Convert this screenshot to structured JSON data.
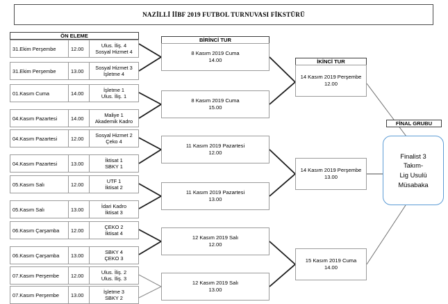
{
  "title": "NAZİLLİ İİBF 2019 FUTBOL TURNUVASI FİKSTÜRÜ",
  "columns": {
    "preliminary": "ÖN ELEME",
    "first_round": "BİRİNCİ TUR",
    "second_round": "İKİNCİ TUR",
    "final_group": "FİNAL GRUBU"
  },
  "preliminary_matches": [
    {
      "date": "31.Ekim Perşembe",
      "time": "12.00",
      "team1": "Ulus. İliş. 4",
      "team2": "Sosyal Hizmet 4"
    },
    {
      "date": "31.Ekim Perşembe",
      "time": "13.00",
      "team1": "Sosyal Hizmet 3",
      "team2": "İşletme 4"
    },
    {
      "date": "01.Kasım Cuma",
      "time": "14.00",
      "team1": "İşletme 1",
      "team2": "Ulus. İliş. 1"
    },
    {
      "date": "04.Kasım Pazartesi",
      "time": "14.00",
      "team1": "Maliye 1",
      "team2": "Akademik Kadro"
    },
    {
      "date": "04.Kasım Pazartesi",
      "time": "12.00",
      "team1": "Sosyal Hizmet 2",
      "team2": "Çeko 4"
    },
    {
      "date": "04.Kasım Pazartesi",
      "time": "13.00",
      "team1": "İktisat 1",
      "team2": "SBKY 1"
    },
    {
      "date": "05.Kasım Salı",
      "time": "12.00",
      "team1": "UTF 1",
      "team2": "İktisat 2"
    },
    {
      "date": "05.Kasım Salı",
      "time": "13.00",
      "team1": "İdari Kadro",
      "team2": "İktisat 3"
    },
    {
      "date": "06.Kasım Çarşamba",
      "time": "12.00",
      "team1": "ÇEKO 2",
      "team2": "İktisat 4"
    },
    {
      "date": "06.Kasım Çarşamba",
      "time": "13.00",
      "team1": "SBKY 4",
      "team2": "ÇEKO 3"
    },
    {
      "date": "07.Kasım Perşembe",
      "time": "12.00",
      "team1": "Ulus. İliş. 2",
      "team2": "Ulus. İliş. 3"
    },
    {
      "date": "07.Kasım Perşembe",
      "time": "13.00",
      "team1": "İşletme 3",
      "team2": "SBKY 2"
    }
  ],
  "first_round_matches": [
    {
      "date": "8 Kasım 2019 Cuma",
      "time": "14.00"
    },
    {
      "date": "8 Kasım 2019 Cuma",
      "time": "15.00"
    },
    {
      "date": "11 Kasım 2019 Pazartesi",
      "time": "12.00"
    },
    {
      "date": "11 Kasım 2019 Pazartesi",
      "time": "13.00"
    },
    {
      "date": "12 Kasım 2019 Salı",
      "time": "12.00"
    },
    {
      "date": "12 Kasım 2019 Salı",
      "time": "13.00"
    }
  ],
  "second_round_matches": [
    {
      "date": "14 Kasım 2019 Perşembe",
      "time": "12.00"
    },
    {
      "date": "14 Kasım 2019 Perşembe",
      "time": "13.00"
    },
    {
      "date": "15 Kasım 2019 Cuma",
      "time": "14.00"
    }
  ],
  "final": {
    "line1": "Finalist 3",
    "line2": "Takım-",
    "line3": "Lig Usulü",
    "line4": "Müsabaka"
  },
  "colors": {
    "final_border": "#5b9bd5",
    "box_border": "#9a9a9a",
    "header_border": "#3c3c3c",
    "connector_dark": "#1a1a1a",
    "connector_light": "#8a8a8a"
  }
}
